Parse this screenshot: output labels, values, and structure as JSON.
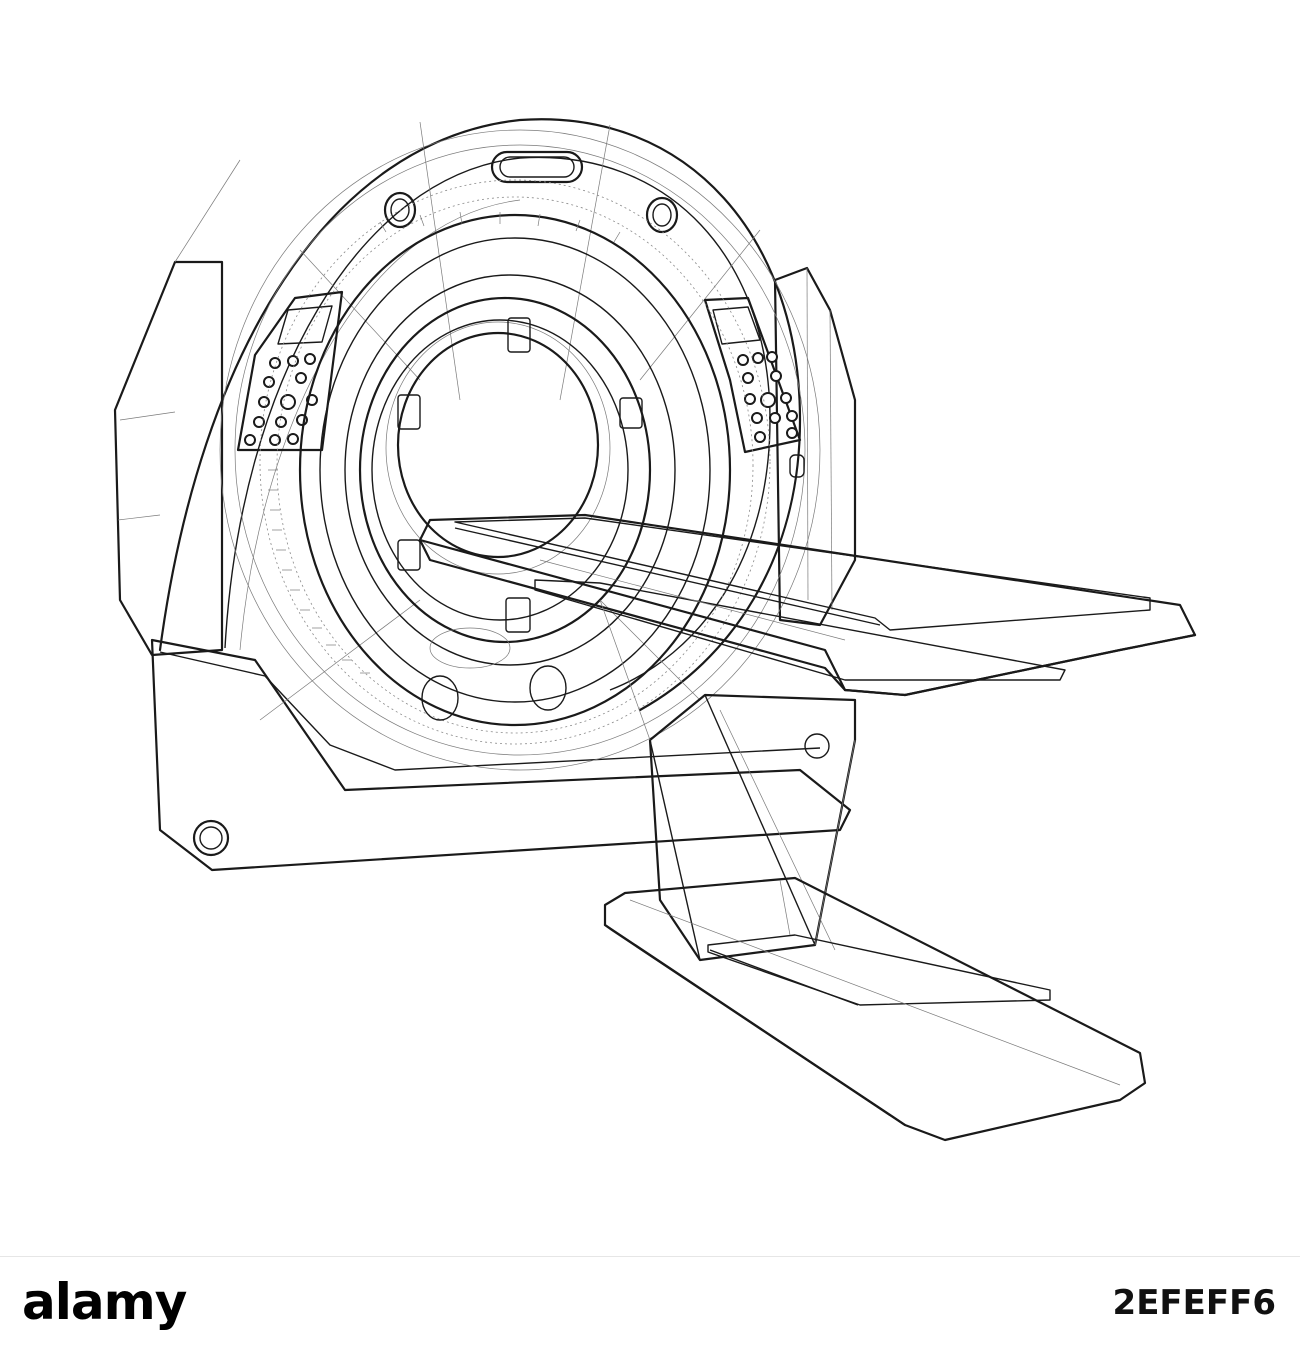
{
  "illustration": {
    "subject": "wireframe-ct-scanner",
    "stroke_color": "#1a1a1a",
    "background_color": "#ffffff"
  },
  "banner": {
    "logo_text": "alamy",
    "image_id": "2EFEFF6"
  }
}
